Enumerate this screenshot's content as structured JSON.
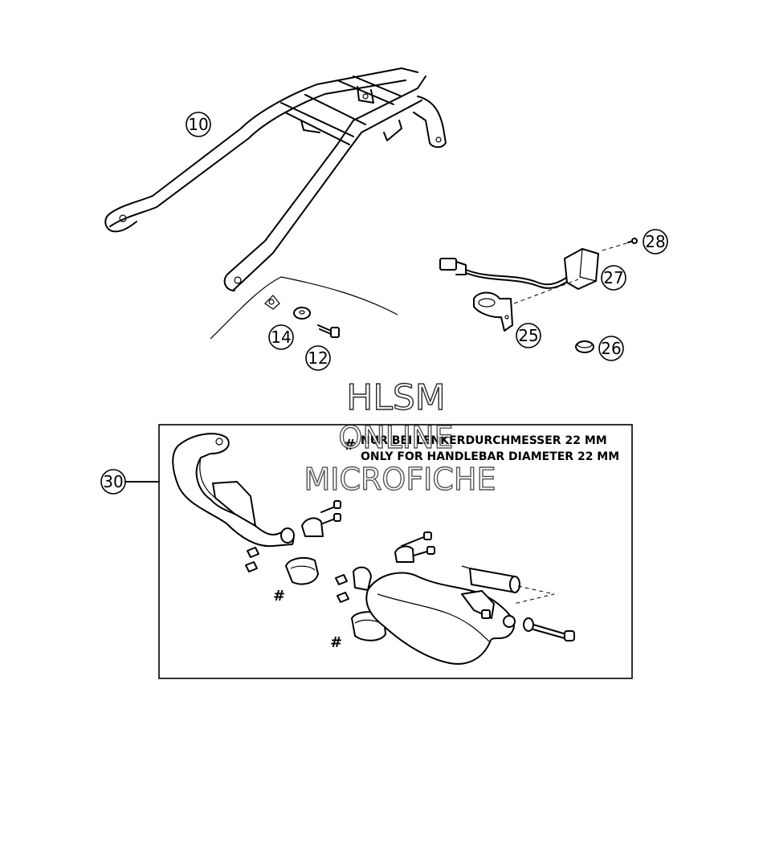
{
  "parts": [
    {
      "id": "part-10",
      "number": "10"
    },
    {
      "id": "part-12",
      "number": "12"
    },
    {
      "id": "part-14",
      "number": "14"
    },
    {
      "id": "part-25",
      "number": "25"
    },
    {
      "id": "part-26",
      "number": "26"
    },
    {
      "id": "part-27",
      "number": "27"
    },
    {
      "id": "part-28",
      "number": "28"
    },
    {
      "id": "part-30",
      "number": "30"
    }
  ],
  "note": {
    "symbol": "#",
    "line_de": "NUR BEI LENKERDURCHMESSER 22 MM",
    "line_en": "ONLY FOR HANDLEBAR DIAMETER 22 MM"
  },
  "hash_marks": [
    "#",
    "#"
  ],
  "watermark": {
    "line1": "HLSM",
    "line2": "ONLINE",
    "line3": "MICROFICHE"
  }
}
